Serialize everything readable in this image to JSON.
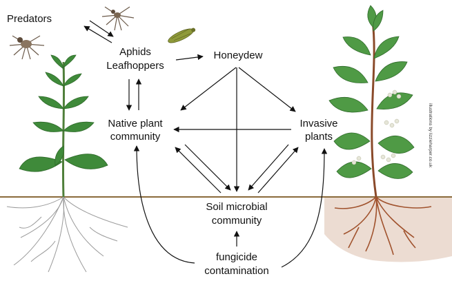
{
  "nodes": {
    "predators": "Predators",
    "aphids": "Aphids",
    "leafhoppers": "Leafhoppers",
    "honeydew": "Honeydew",
    "native_plant": "Native plant",
    "native_community": "community",
    "invasive": "Invasive",
    "invasive_plants": "plants",
    "soil_microbial": "Soil microbial",
    "soil_community": "community",
    "fungicide": "fungicide",
    "contamination": "contamination"
  },
  "credit": "illustrations by lizzieharper.co.uk",
  "colors": {
    "ground_line": "#8a6a3a",
    "arrow": "#111111",
    "leaf": "#3f8a3a",
    "root": "#9a9a9a",
    "invasive_root": "#a0522d",
    "soil_patch": "#ecdcd2",
    "flower": "#e6e6d8"
  },
  "icons": [
    "spider-icon",
    "spider-icon",
    "leafhopper-icon",
    "nettle-plant-icon",
    "knotweed-plant-icon"
  ]
}
